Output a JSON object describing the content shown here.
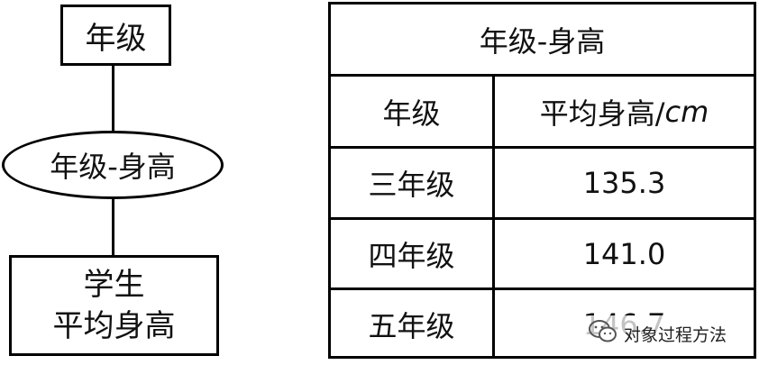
{
  "diagram": {
    "entity_grade": "年级",
    "relationship": "年级-身高",
    "entity_student_line1": "学生",
    "entity_student_line2": "平均身高"
  },
  "table": {
    "title": "年级-身高",
    "header": {
      "col1": "年级",
      "col2_text": "平均身高/",
      "col2_unit": "cm"
    },
    "rows": [
      {
        "grade": "三年级",
        "height": "135.3"
      },
      {
        "grade": "四年级",
        "height": "141.0"
      },
      {
        "grade": "五年级",
        "height": "146.7"
      }
    ]
  },
  "watermark": {
    "text": "对象过程方法",
    "icon": "wechat-icon"
  }
}
